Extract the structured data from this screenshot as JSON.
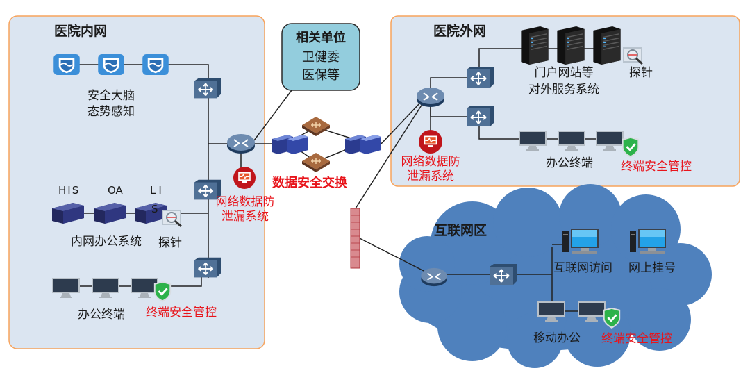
{
  "colors": {
    "zone_fill": "#dbe5f1",
    "zone_border": "#f7a35c",
    "related_fill": "#93cddd",
    "cloud": "#4f81bd",
    "alert_red": "#e8141b",
    "device_blue": "#40628a"
  },
  "inner_network": {
    "title": "医院内网",
    "security_brain": {
      "line1": "安全大脑",
      "line2": "态势感知"
    },
    "systems": {
      "his": "HIS",
      "oa": "OA",
      "lis_line1": "LI",
      "lis_line2": "S",
      "label": "内网办公系统",
      "probe": "探针"
    },
    "terminals": {
      "label": "办公终端",
      "control": "终端安全管控"
    },
    "dlp": {
      "line1": "网络数据防",
      "line2": "泄漏系统"
    }
  },
  "related_units": {
    "title": "相关单位",
    "line1": "卫健委",
    "line2": "医保等"
  },
  "data_exchange": {
    "label": "数据安全交换"
  },
  "outer_network": {
    "title": "医院外网",
    "portal": {
      "line1": "门户网站等",
      "line2": "对外服务系统"
    },
    "probe": "探针",
    "terminals": {
      "label": "办公终端",
      "control": "终端安全管控"
    },
    "dlp": {
      "line1": "网络数据防",
      "line2": "泄漏系统"
    }
  },
  "internet_zone": {
    "title": "互联网区",
    "internet_access": "互联网访问",
    "online_registration": "网上挂号",
    "mobile_office": "移动办公",
    "control": "终端安全管控"
  }
}
